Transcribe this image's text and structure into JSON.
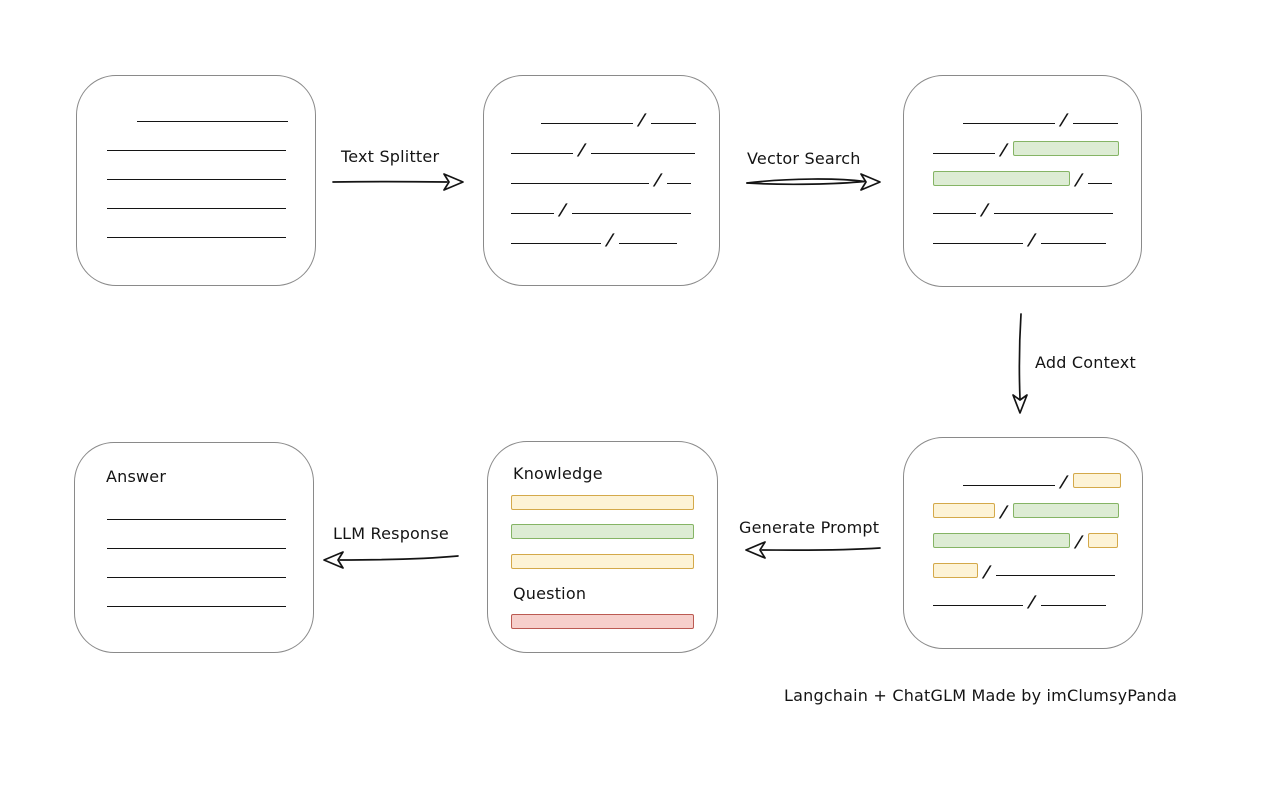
{
  "diagram": {
    "slash": "/",
    "caption": "Langchain + ChatGLM Made by imClumsyPanda",
    "labels": {
      "text_splitter": "Text Splitter",
      "vector_search": "Vector Search",
      "add_context": "Add Context",
      "generate_prompt": "Generate Prompt",
      "llm_response": "LLM Response"
    },
    "prompt_box": {
      "knowledge": "Knowledge",
      "question": "Question"
    },
    "answer_box": {
      "title": "Answer"
    },
    "colors": {
      "ink": "#141414",
      "box_border": "#8a8a8a",
      "green_fill": "#ddecd4",
      "green_border": "#85b465",
      "yellow_fill": "#fdf3d6",
      "yellow_border": "#d4a94a",
      "red_fill": "#f6cfcb",
      "red_border": "#bb5a52"
    }
  }
}
